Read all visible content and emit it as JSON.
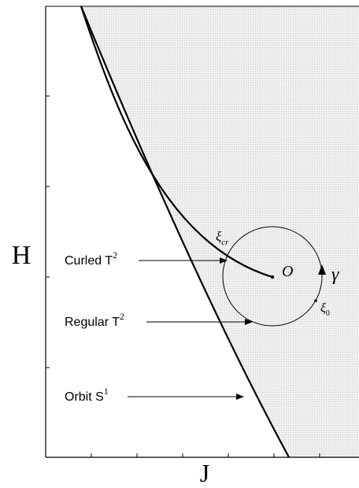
{
  "axes": {
    "x_label": "J",
    "y_label": "H"
  },
  "annotations": {
    "curled": {
      "text": "Curled T",
      "sup": "2"
    },
    "regular": {
      "text": "Regular T",
      "sup": "2"
    },
    "orbit": {
      "text": "Orbit S",
      "sup": "1"
    },
    "center": "O",
    "gamma": "γ",
    "xi_cr": {
      "base": "ξ",
      "sub": "cr"
    },
    "xi_0": {
      "base": "ξ",
      "sub": "0"
    }
  },
  "colors": {
    "shade": "#e9e9e9",
    "ink": "#000000"
  }
}
